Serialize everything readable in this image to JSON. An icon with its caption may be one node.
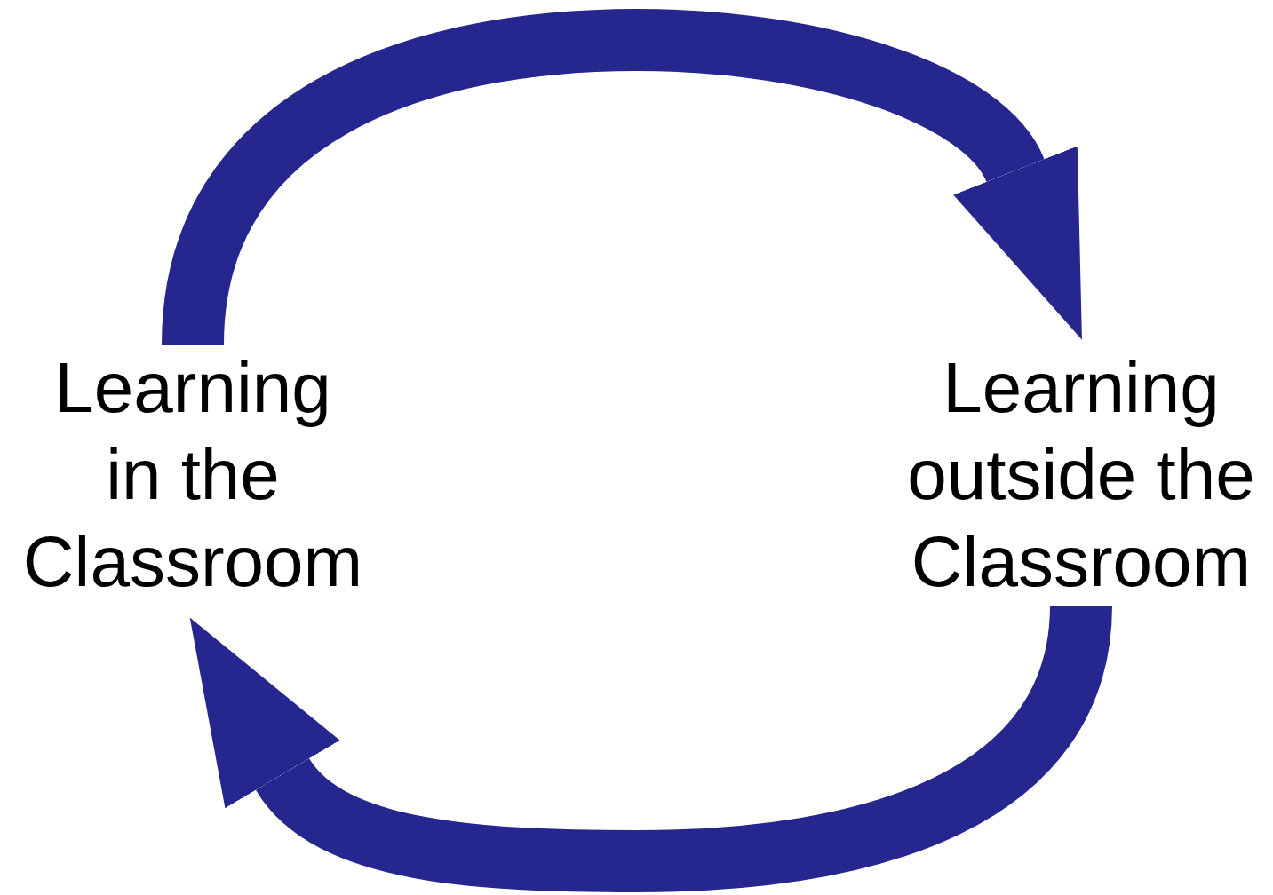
{
  "diagram": {
    "nodes": [
      {
        "text": [
          "Learning in the Classroom"
        ]
      },
      {
        "text": [
          "Learning outside the Classroom"
        ]
      }
    ],
    "edges": [
      {
        "from": 0,
        "to": 1,
        "arrow": "to"
      },
      {
        "from": 1,
        "to": 0,
        "arrow": "to"
      }
    ]
  }
}
